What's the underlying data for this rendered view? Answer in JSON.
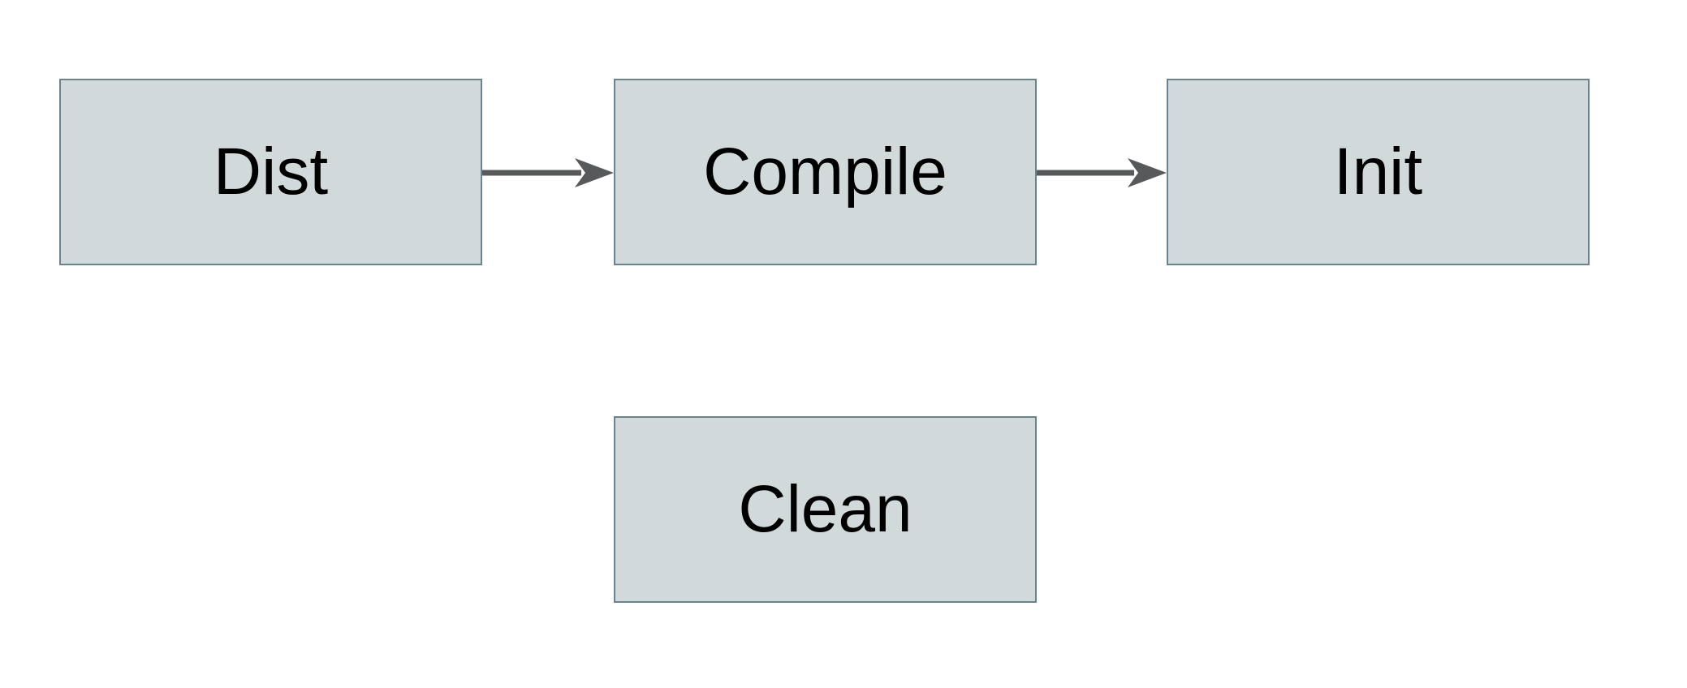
{
  "diagram": {
    "type": "flowchart",
    "nodes": [
      {
        "id": "dist",
        "label": "Dist"
      },
      {
        "id": "compile",
        "label": "Compile"
      },
      {
        "id": "init",
        "label": "Init"
      },
      {
        "id": "clean",
        "label": "Clean"
      }
    ],
    "edges": [
      {
        "from": "Dist",
        "to": "Compile",
        "style": "solid-arrow"
      },
      {
        "from": "Compile",
        "to": "Init",
        "style": "solid-arrow"
      }
    ],
    "colors": {
      "node_fill": "#d1d9db",
      "node_border": "#6b8290",
      "arrow": "#58595b",
      "label_text": "#000000",
      "background": "#ffffff"
    }
  }
}
